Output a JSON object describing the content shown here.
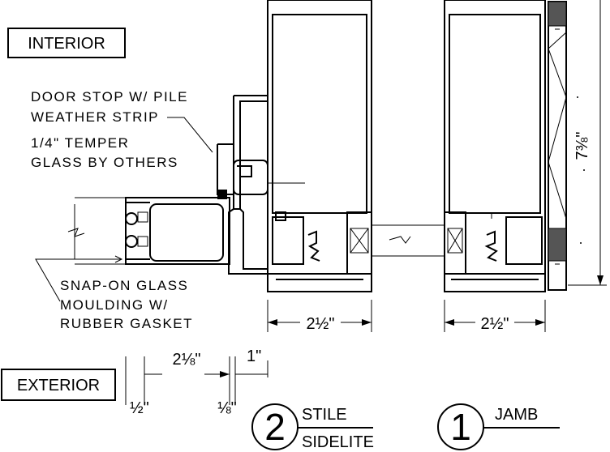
{
  "labels": {
    "interior": "INTERIOR",
    "exterior": "EXTERIOR",
    "door_stop_line1": "DOOR STOP W/ PILE",
    "door_stop_line2": "WEATHER STRIP",
    "glass_line1": "1/4\" TEMPER",
    "glass_line2": "GLASS BY OTHERS",
    "snap_line1": "SNAP-ON GLASS",
    "snap_line2": "MOULDING W/",
    "snap_line3": "RUBBER GASKET"
  },
  "dimensions": {
    "stile_width": "2½\"",
    "jamb_width": "2½\"",
    "glazing_depth": "2⅛\"",
    "stop_width": "1\"",
    "face_offset": "½\"",
    "gap": "⅛\"",
    "wall_depth": "7⅜\""
  },
  "details": [
    {
      "number": "2",
      "title_line1": "STILE",
      "title_line2": "SIDELITE"
    },
    {
      "number": "1",
      "title_line1": "JAMB",
      "title_line2": ""
    }
  ],
  "colors": {
    "line": "#000000",
    "background": "#ffffff"
  }
}
